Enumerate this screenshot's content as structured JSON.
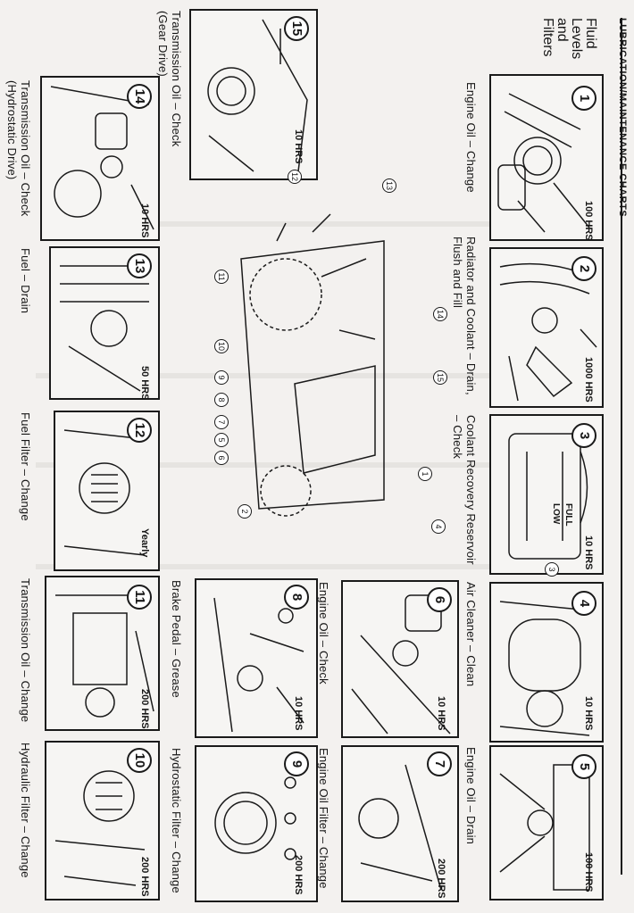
{
  "header": {
    "chart_title": "LUBRICATION/MAINTENANCE CHARTS",
    "section_title_lines": [
      "Fluid",
      "Levels",
      "and",
      "Filters"
    ]
  },
  "panels": [
    {
      "num": "1",
      "hours": "100 HRS",
      "caption": "Engine Oil – Change"
    },
    {
      "num": "2",
      "hours": "1000 HRS",
      "caption_lines": [
        "Radiator and Coolant – Drain,",
        "Flush and Fill"
      ]
    },
    {
      "num": "3",
      "hours": "10 HRS",
      "caption_lines": [
        "Coolant Recovery Reservoir",
        "– Check"
      ],
      "labels": [
        "FULL",
        "LOW"
      ]
    },
    {
      "num": "4",
      "hours": "10 HRS",
      "caption": "Air Cleaner – Clean"
    },
    {
      "num": "5",
      "hours": "100 HRS",
      "caption": "Engine Oil – Drain"
    },
    {
      "num": "6",
      "hours": "10 HRS",
      "caption": "Engine Oil – Check"
    },
    {
      "num": "7",
      "hours": "200 HRS",
      "caption": "Engine Oil Filter – Change"
    },
    {
      "num": "8",
      "hours": "10 HRS",
      "caption": "Brake Pedal – Grease"
    },
    {
      "num": "9",
      "hours": "200 HRS",
      "caption": "Hydrostatic Filter – Change"
    },
    {
      "num": "10",
      "hours": "200 HRS",
      "caption": "Hydraulic Filter – Change"
    },
    {
      "num": "11",
      "hours": "200 HRS",
      "caption": "Transmission Oil – Change"
    },
    {
      "num": "12",
      "hours": "Yearly",
      "caption": "Fuel Filter – Change"
    },
    {
      "num": "13",
      "hours": "50 HRS",
      "caption": "Fuel – Drain"
    },
    {
      "num": "14",
      "hours": "10 HRS",
      "caption_lines": [
        "Transmission Oil – Check",
        "(Hydrostatic Drive)"
      ]
    },
    {
      "num": "15",
      "hours": "10 HRS",
      "caption_lines": [
        "Transmission Oil – Check",
        "(Gear Drive)"
      ]
    }
  ],
  "diagram_callouts": [
    "1",
    "2",
    "3",
    "4",
    "5",
    "6",
    "7",
    "8",
    "9",
    "10",
    "11",
    "12",
    "13",
    "14",
    "15"
  ]
}
